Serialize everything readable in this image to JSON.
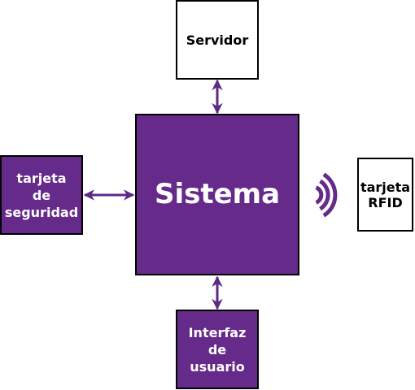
{
  "colors": {
    "accent": "#662a8a",
    "connector": "#5b2a86",
    "border": "#000000",
    "dark_text": "#000000",
    "light_text": "#ffffff"
  },
  "nodes": {
    "servidor": "Servidor",
    "sistema": "Sistema",
    "tarjeta_seguridad": "tarjeta\nde\nseguridad",
    "tarjeta_rfid": "tarjeta\nRFID",
    "interfaz_usuario": "Interfaz\nde\nusuario"
  },
  "icons": {
    "wireless": "wireless-signal-icon"
  }
}
